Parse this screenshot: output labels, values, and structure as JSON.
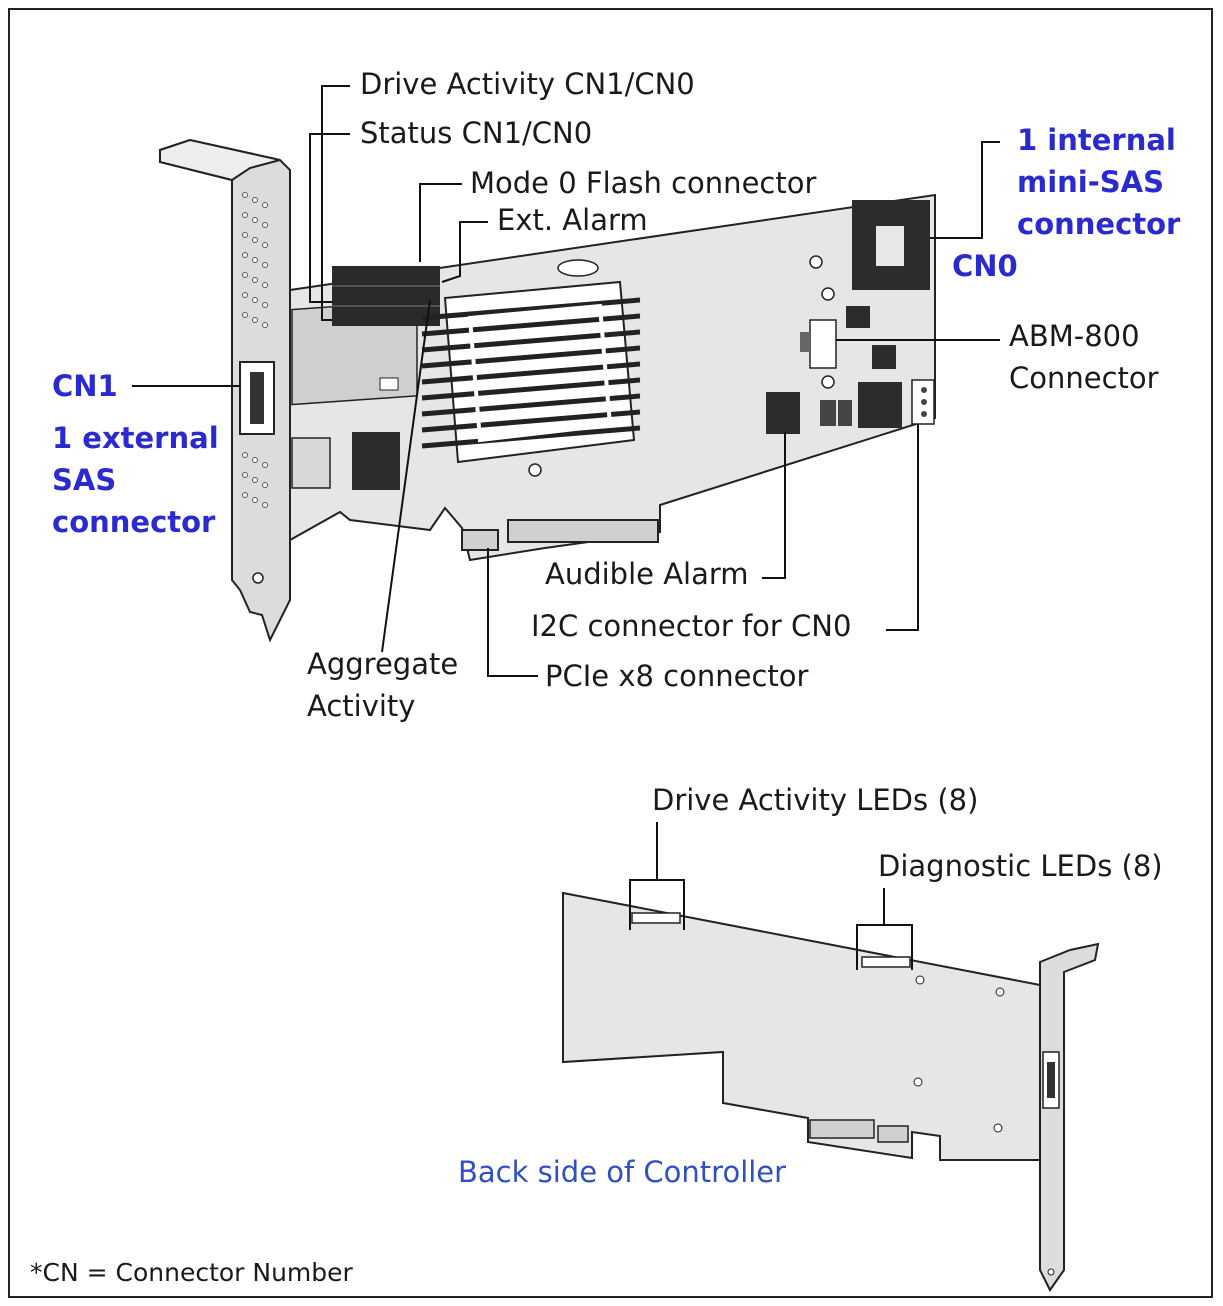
{
  "labels": {
    "drive_activity": "Drive Activity CN1/CN0",
    "status": "Status CN1/CN0",
    "mode0_flash": "Mode 0 Flash connector",
    "ext_alarm": "Ext. Alarm",
    "internal_line1": "1 internal",
    "internal_line2": "mini-SAS",
    "internal_line3": "connector",
    "cn0": "CN0",
    "cn1": "CN1",
    "external_line1": "1 external",
    "external_line2": "SAS",
    "external_line3": "connector",
    "abm_line1": "ABM-800",
    "abm_line2": "Connector",
    "audible_alarm": "Audible Alarm",
    "i2c": "I2C connector for CN0",
    "pcie": "PCIe x8 connector",
    "aggregate_line1": "Aggregate",
    "aggregate_line2": "Activity",
    "drive_leds": "Drive Activity LEDs (8)",
    "diag_leds": "Diagnostic LEDs (8)",
    "back_side": "Back side of Controller",
    "footnote": "*CN = Connector Number"
  },
  "colors": {
    "accent_blue": "#2a2ad0",
    "board_fill": "#e6e6e6",
    "chip_dark": "#2c2c2c"
  }
}
